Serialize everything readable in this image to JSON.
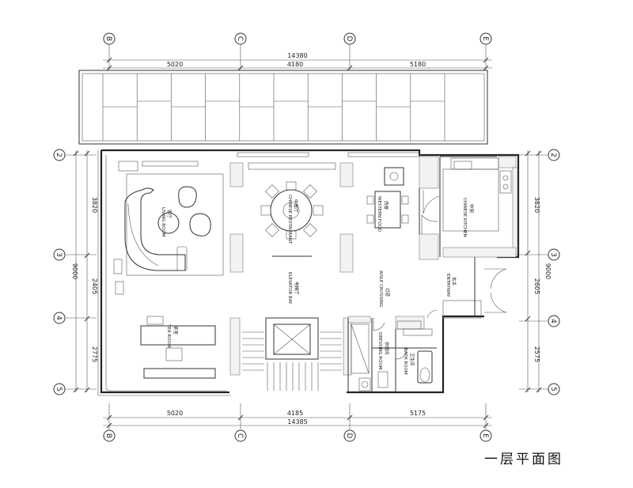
{
  "title": "一层平面图",
  "dimensions": {
    "top_total": "14380",
    "top_segments": [
      "5020",
      "4180",
      "5180"
    ],
    "bottom_total": "14385",
    "bottom_segments": [
      "5020",
      "4185",
      "5175"
    ],
    "left_total": "9000",
    "left_segments": [
      "3820",
      "2405",
      "2775"
    ],
    "right_total": "9000",
    "right_segments": [
      "3820",
      "2605",
      "2575"
    ]
  },
  "axes": {
    "columns": [
      "B",
      "C",
      "D",
      "E"
    ],
    "rows": [
      "2",
      "3",
      "4",
      "5"
    ]
  },
  "rooms": {
    "living": {
      "cn": "客厅",
      "en": "LIVING ROOM"
    },
    "dining": {
      "cn": "中餐厅",
      "en": "CHINESE RESTAURANT"
    },
    "western": {
      "cn": "西餐",
      "en": "WESTERN FOOD"
    },
    "kitchen": {
      "cn": "中厨",
      "en": "CHINESE KITCHEN"
    },
    "tea": {
      "cn": "茶室",
      "en": "TEA ROOM"
    },
    "elevator": {
      "cn": "电梯厅",
      "en": "ELEVATOR BAY"
    },
    "aisle": {
      "cn": "过道",
      "en": "AISLE CROSSING"
    },
    "entry": {
      "cn": "玄关",
      "en": "ENTRYWAY"
    },
    "dressing": {
      "cn": "衣帽间",
      "en": "DRESSING ROOM"
    },
    "bath": {
      "cn": "卫生间",
      "en": "BATH ROOM"
    }
  }
}
